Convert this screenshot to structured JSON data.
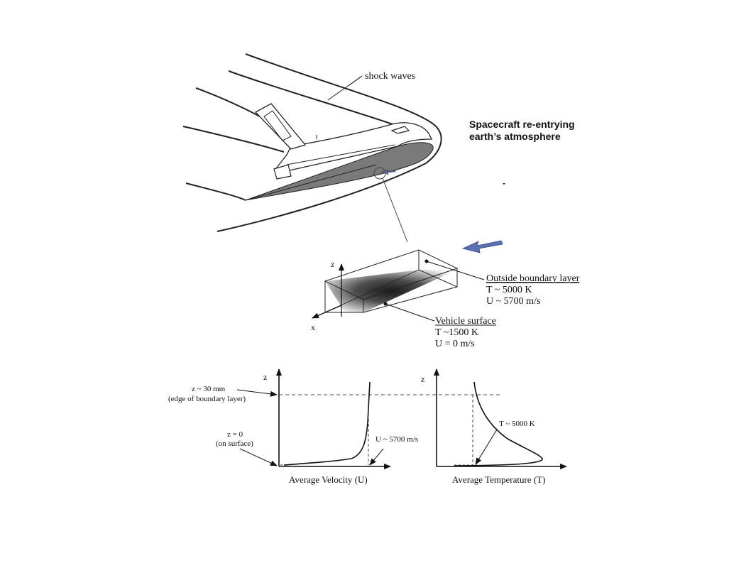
{
  "title_lines": [
    "Spacecraft re-entrying",
    "earth’s atmosphere"
  ],
  "stray_mark": "-",
  "shock_label": "shock waves",
  "box": {
    "axis_z": "z",
    "axis_x": "x",
    "outside": {
      "heading": "Outside boundary layer",
      "temp": "T ~ 5000 K",
      "vel": "U ~ 5700 m/s"
    },
    "surface": {
      "heading": "Vehicle surface",
      "temp": "T ~1500 K",
      "vel": "U = 0 m/s"
    }
  },
  "velocity_plot": {
    "axis_z": "z",
    "edge_label_1": "z ~ 30 mm",
    "edge_label_2": "(edge of boundary layer)",
    "surface_label_1": "z = 0",
    "surface_label_2": "(on surface)",
    "u_label": "U ~ 5700 m/s",
    "xlabel": "Average Velocity (U)"
  },
  "temperature_plot": {
    "axis_z": "z",
    "t_label": "T ~ 5000 K",
    "xlabel": "Average Temperature (T)"
  },
  "colors": {
    "arrow_blue": "#5b6fb5",
    "heat_shield": "#7a7a7a",
    "shock_line": "#555555"
  }
}
